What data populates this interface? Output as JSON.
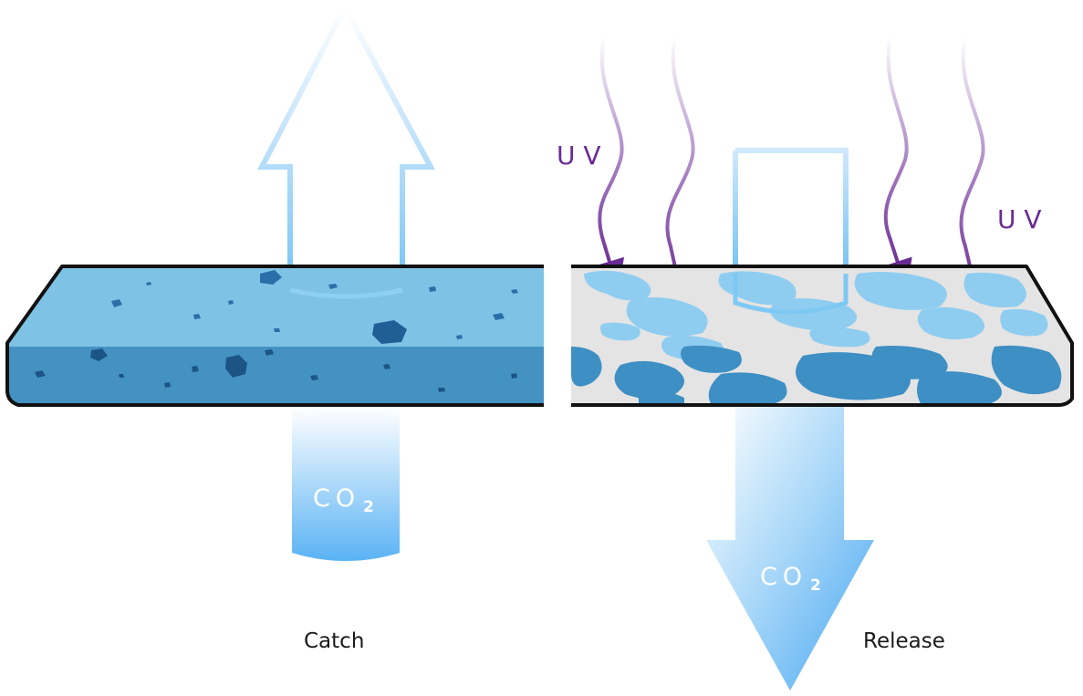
{
  "labels": {
    "co2_main": "CO",
    "co2_sub": "2",
    "uv": "U V",
    "catch": "Catch",
    "release": "Release"
  },
  "colors": {
    "slab_top": "#7ec3e6",
    "slab_front": "#4392c2",
    "slab_spots": "#1f5f96",
    "release_base": "#e6e6e6",
    "uv_purple": "#6a2a93",
    "co2_blue": "#4aa8f0",
    "outline": "#111111"
  },
  "icons": [
    "co2-arrow-up-icon",
    "co2-arrow-down-icon",
    "uv-ray-icon"
  ]
}
